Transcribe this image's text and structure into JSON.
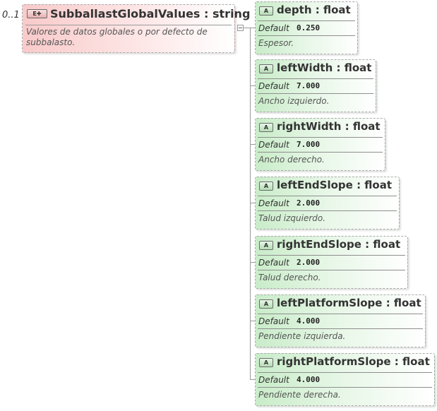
{
  "element": {
    "cardinality": "0..1",
    "badge": "E",
    "name": "SubballastGlobalValues",
    "type": "string",
    "documentation": "Valores de datos globales o por defecto de subbalasto."
  },
  "default_label": "Default",
  "attribute_badge": "A",
  "attributes": [
    {
      "name": "depth",
      "type": "float",
      "default": "0.250",
      "documentation": "Espesor."
    },
    {
      "name": "leftWidth",
      "type": "float",
      "default": "7.000",
      "documentation": "Ancho izquierdo."
    },
    {
      "name": "rightWidth",
      "type": "float",
      "default": "7.000",
      "documentation": "Ancho derecho."
    },
    {
      "name": "leftEndSlope",
      "type": "float",
      "default": "2.000",
      "documentation": "Talud izquierdo."
    },
    {
      "name": "rightEndSlope",
      "type": "float",
      "default": "2.000",
      "documentation": "Talud derecho."
    },
    {
      "name": "leftPlatformSlope",
      "type": "float",
      "default": "4.000",
      "documentation": "Pendiente izquierda."
    },
    {
      "name": "rightPlatformSlope",
      "type": "float",
      "default": "4.000",
      "documentation": "Pendiente derecha."
    }
  ]
}
